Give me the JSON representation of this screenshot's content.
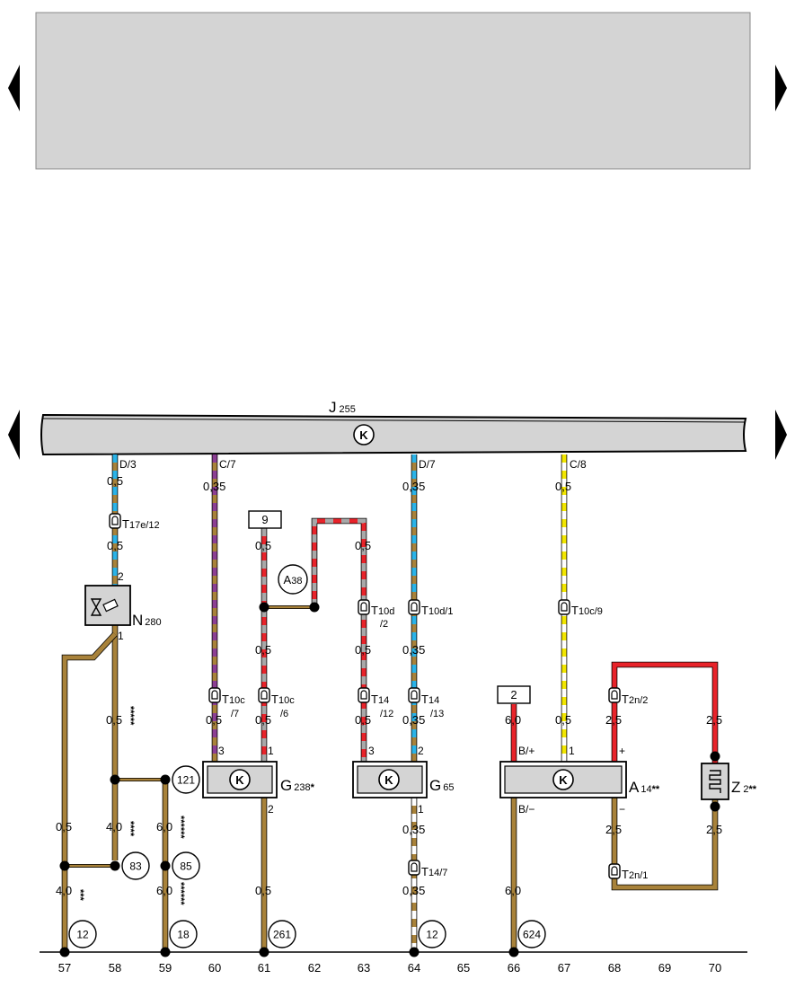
{
  "header_panel": {
    "color": "#d4d4d4"
  },
  "colors": {
    "brown": "#a8823a",
    "red": "#e8232a",
    "blue": "#2ab3e8",
    "violet": "#8c3f93",
    "grey": "#a8a8a8",
    "yellow": "#f2e600",
    "white": "#ffffff",
    "component_fill": "#d4d4d4"
  },
  "main_unit": {
    "code": "J",
    "sub": "255",
    "symbol": "K"
  },
  "nav": {
    "prev_icon": "triangle-left-icon",
    "next_icon": "triangle-right-icon"
  },
  "pins": {
    "d3": "D/3",
    "c7": "C/7",
    "d7": "D/7",
    "c8": "C/8",
    "g238_3": "3",
    "g238_1": "1",
    "g238_2": "2",
    "g65_3": "3",
    "g65_2": "2",
    "g65_1": "1",
    "a14_bp": "B/+",
    "a14_1": "1",
    "a14_plus": "+",
    "a14_bm": "B/−",
    "a14_minus": "−",
    "n280_2": "2",
    "n280_1": "1"
  },
  "gauges": {
    "w_d3_a": "0,5",
    "w_d3_b": "0,5",
    "w_c7_a": "0,35",
    "w_c7_b": "0,5",
    "w_d7_a": "0,35",
    "w_d7_b": "0,35",
    "w_d7_c": "0,35",
    "w_c8_a": "0,5",
    "w_c8_b": "0,5",
    "w_9_a": "0,5",
    "w_9_b": "0,5",
    "w_9_c": "0,5",
    "w_loop_a": "0,5",
    "w_loop_b": "0,5",
    "w_loop_c": "0,5",
    "w_58_a": "0,5",
    "w_58_b": "4,0",
    "w_57_a": "0,5",
    "w_57_b": "4,0",
    "w_59_a": "6,0",
    "w_59_b": "6,0",
    "w_61_a": "0,5",
    "w_64_a": "0,35",
    "w_64_b": "0,35",
    "w_66_a": "6,0",
    "w_66_b": "6,0",
    "w_68_a": "2,5",
    "w_68_b": "2,5",
    "w_70_a": "2,5",
    "w_70_b": "2,5"
  },
  "stars": {
    "s58a": "*****",
    "s58b": "****",
    "s57": "***",
    "s59a": "******",
    "s59b": "******"
  },
  "connectors": {
    "t17e": {
      "code": "T",
      "sub": "17e/12"
    },
    "t10c7": {
      "code": "T",
      "sub": "10c",
      "sub2": "/7"
    },
    "t10c6": {
      "code": "T",
      "sub": "10c",
      "sub2": "/6"
    },
    "t10d2": {
      "code": "T",
      "sub": "10d",
      "sub2": "/2"
    },
    "t10d1": {
      "code": "T",
      "sub": "10d/1"
    },
    "t14_12": {
      "code": "T",
      "sub": "14",
      "sub2": "/12"
    },
    "t14_13": {
      "code": "T",
      "sub": "14",
      "sub2": "/13"
    },
    "t10c9": {
      "code": "T",
      "sub": "10c/9"
    },
    "t2n2": {
      "code": "T",
      "sub": "2n/2"
    },
    "t2n1": {
      "code": "T",
      "sub": "2n/1"
    },
    "t14_7": {
      "code": "T",
      "sub": "14/7"
    }
  },
  "components": {
    "n280": {
      "code": "N",
      "sub": "280"
    },
    "g238": {
      "code": "G",
      "sub": "238",
      "stars": "*"
    },
    "g65": {
      "code": "G",
      "sub": "65"
    },
    "a14": {
      "code": "A",
      "sub": "14",
      "stars": "**"
    },
    "z2": {
      "code": "Z",
      "sub": "2",
      "stars": "**"
    },
    "a38": {
      "code": "A",
      "sub": "38"
    }
  },
  "boxes": {
    "box9": "9",
    "box2": "2"
  },
  "circles": {
    "c121": "121",
    "c83": "83",
    "c85": "85",
    "c12a": "12",
    "c18": "18",
    "c261": "261",
    "c12b": "12",
    "c624": "624"
  },
  "tracks": [
    "57",
    "58",
    "59",
    "60",
    "61",
    "62",
    "63",
    "64",
    "65",
    "66",
    "67",
    "68",
    "69",
    "70"
  ]
}
